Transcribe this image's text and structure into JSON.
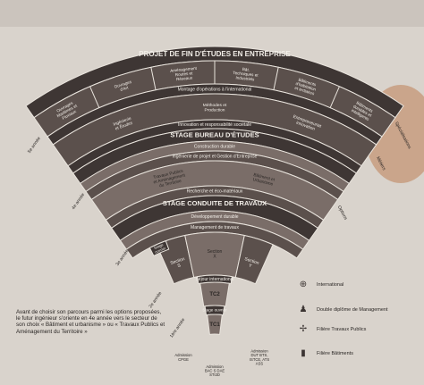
{
  "diagram": {
    "band_pfe": "PROJET DE FIN D'ÉTUDES EN ENTREPRISE",
    "pfe_items": [
      "Ouvrages Maritimes et Fluviaux",
      "Ouvrages d'Art",
      "Aménagement Routes et Réseaux",
      "Bât. Techniques et Industriels",
      "Bâtiments d'habitation et tertiaires",
      "Bâtiments durables et intelligents"
    ],
    "montage": "Montage d'opérations à l'international",
    "row_ing": "Ingénierie et Études",
    "row_methodes": "Méthodes et Production",
    "row_entrepreneuriat": "Entrepreneuriat innovation",
    "innovation": "Innovation et responsabilité sociétale",
    "band_be": "STAGE BUREAU D'ÉTUDES",
    "construction": "Construction durable",
    "ingenierie": "Ingénierie de projet et Gestion d'Entreprise",
    "tp": "Travaux Publics et Aménagement du Territoire",
    "batiment": "Bâtiment et Urbanisme",
    "recherche": "Recherche et éco-matériaux",
    "band_ct": "STAGE CONDUITE DE TRAVAUX",
    "dev_durable": "Développement durable",
    "management": "Management de travaux",
    "stage_ouvrier": "Stage ouvrier",
    "section_x": "Section X",
    "section_s": "Section S",
    "section_y": "Section Y",
    "sejour": "Séjour international",
    "tc2": "TC2",
    "stage_ouvrier2": "Stage ouvrier",
    "tc1": "TC1",
    "adm_cpge": "Admission CPGE",
    "adm_bac": "Admission BAC S DAE STI2D",
    "adm_dut": "Admission DUT BTS, ISTCE, ATS ASS",
    "years": [
      "1ère année",
      "2e année",
      "3e année",
      "4e année",
      "5e année"
    ],
    "side_right": [
      "Spécialisations",
      "Métiers",
      "Options"
    ]
  },
  "legend": [
    {
      "icon": "globe-icon",
      "label": "International"
    },
    {
      "icon": "person-icon",
      "label": "Double diplôme de Management"
    },
    {
      "icon": "wind-turbine-icon",
      "label": "Filière Travaux Publics"
    },
    {
      "icon": "building-icon",
      "label": "Filière Bâtiments"
    }
  ],
  "description": "Avant de choisir son parcours parmi les options proposées, le futur ingénieur s'oriente en 4e année vers le secteur de son choix « Bâtiment et urbanisme » ou « Travaux Publics et Aménagement du Territoire »",
  "colors": {
    "dark": "#3e3634",
    "mid": "#5b504c",
    "light": "#7a6d68",
    "paper": "#d9d3cc",
    "text_light": "#f3efe9"
  }
}
